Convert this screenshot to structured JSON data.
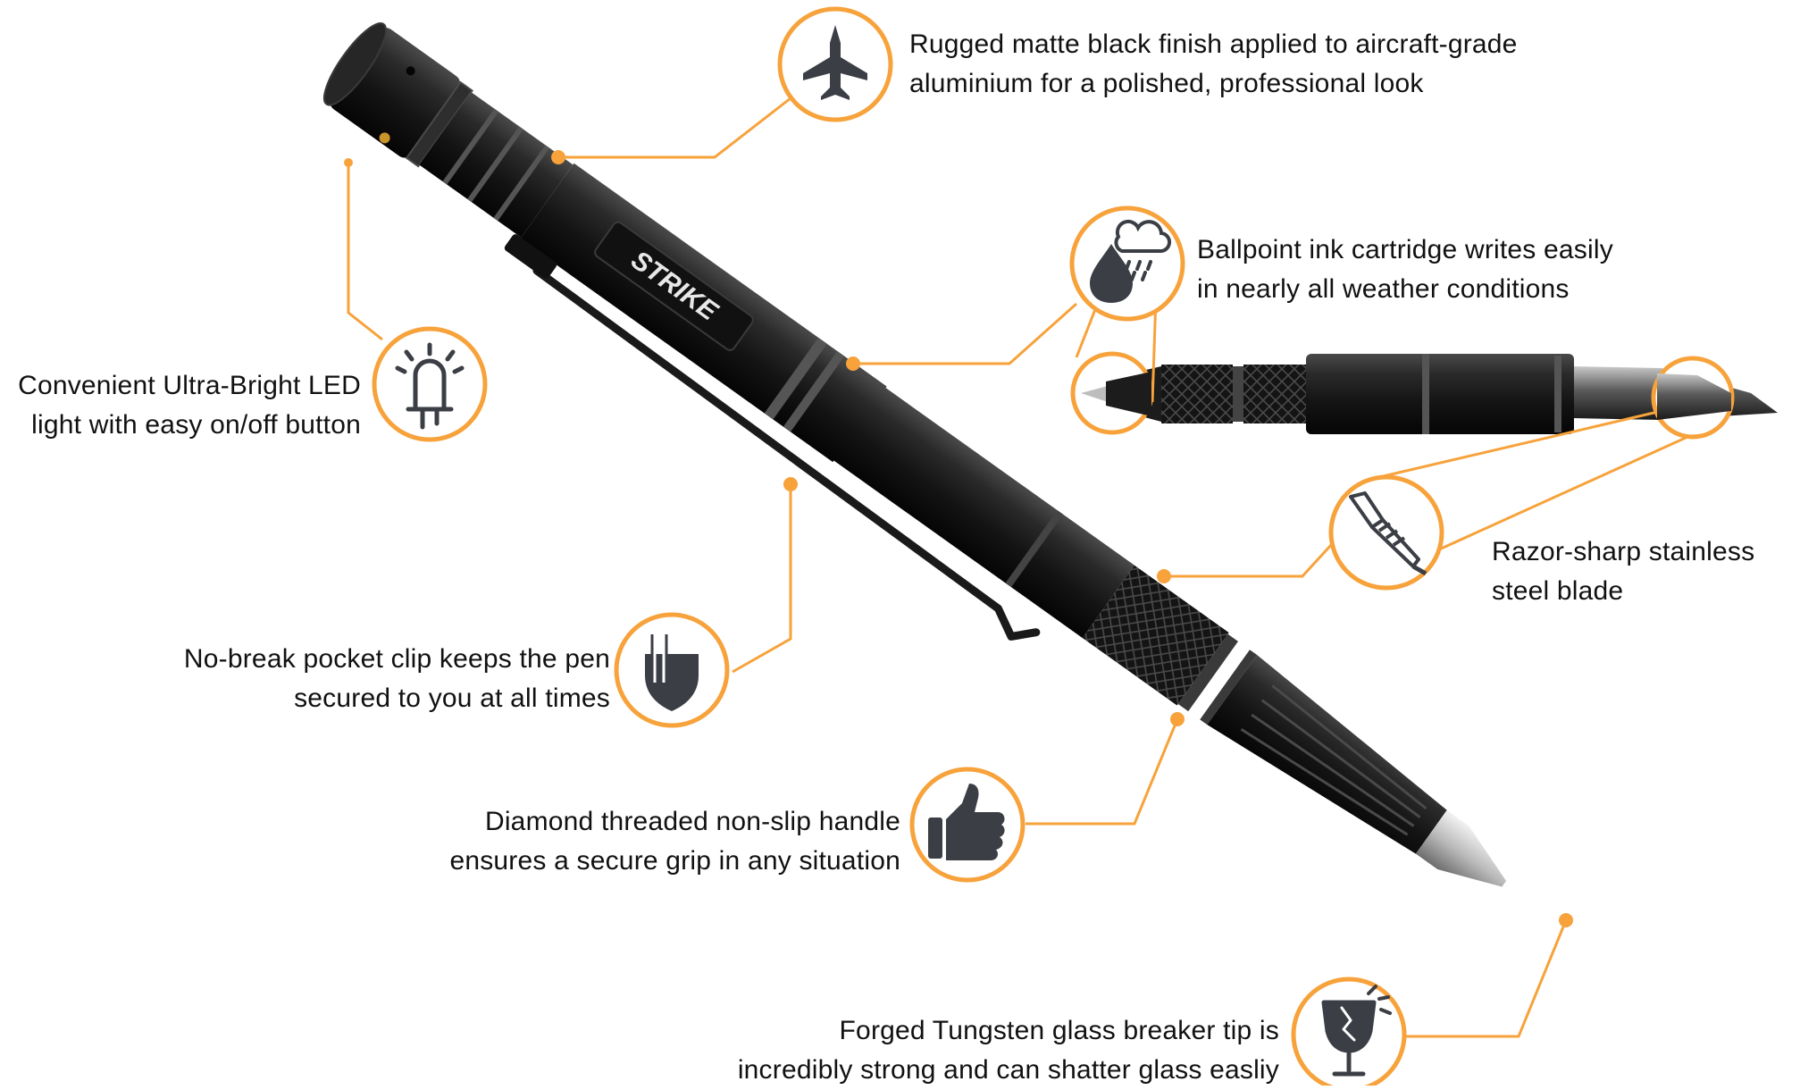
{
  "colors": {
    "accent": "#F7A23B",
    "icon_fill": "#3b3f45",
    "pen_body": "#1c1c1c",
    "text": "#111111"
  },
  "brand": {
    "logo_text": "STRIKE"
  },
  "features": {
    "finish": {
      "line1": "Rugged matte black finish applied to aircraft-grade",
      "line2": "aluminium for a polished, professional look",
      "icon": "fighter-jet-icon"
    },
    "ink": {
      "line1": "Ballpoint ink cartridge writes easily",
      "line2": "in nearly all weather conditions",
      "icon": "rain-drop-icon"
    },
    "led": {
      "line1": "Convenient Ultra-Bright LED",
      "line2": "light with easy on/off button",
      "icon": "led-bulb-icon"
    },
    "blade": {
      "line1": "Razor-sharp stainless",
      "line2": "steel blade",
      "icon": "utility-knife-icon"
    },
    "clip": {
      "line1": "No-break pocket clip keeps the pen",
      "line2": "secured to you at all times",
      "icon": "shield-clip-icon"
    },
    "grip": {
      "line1": "Diamond threaded non-slip handle",
      "line2": "ensures a secure grip in any situation",
      "icon": "thumbs-up-icon"
    },
    "tip": {
      "line1": "Forged Tungsten glass breaker tip is",
      "line2": "incredibly strong and can shatter glass easliy",
      "icon": "broken-glass-icon"
    }
  }
}
